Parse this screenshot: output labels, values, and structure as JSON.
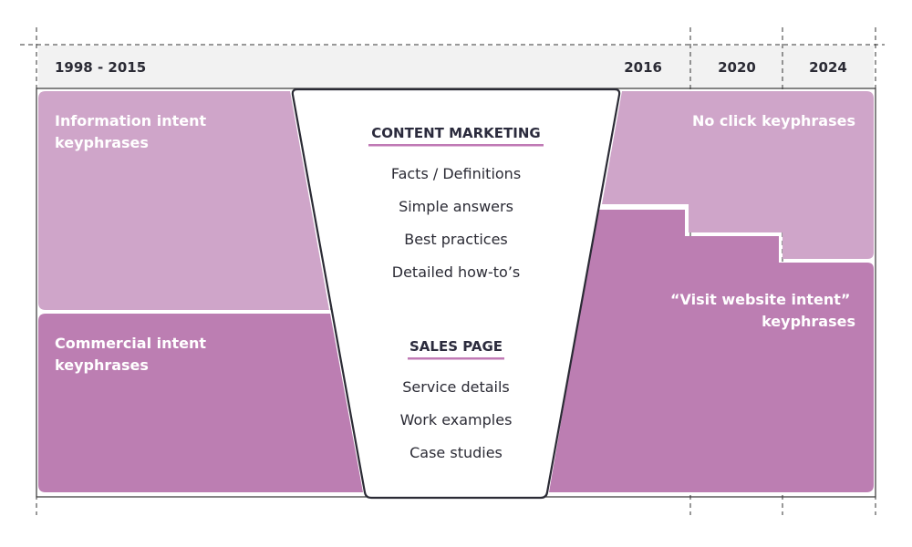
{
  "timeline": {
    "period_start": "1998 - 2015",
    "year_2016": "2016",
    "year_2020": "2020",
    "year_2024": "2024"
  },
  "left": {
    "information_label": [
      "Information intent",
      "keyphrases"
    ],
    "commercial_label": [
      "Commercial intent",
      "keyphrases"
    ]
  },
  "right": {
    "no_click_label": [
      "No click keyphrases"
    ],
    "visit_label": [
      "“Visit website intent”",
      "keyphrases"
    ]
  },
  "funnel": {
    "content": {
      "title": "CONTENT MARKETING",
      "items": [
        "Facts / Definitions",
        "Simple answers",
        "Best practices",
        "Detailed how-to’s"
      ]
    },
    "sales": {
      "title": "SALES PAGE",
      "items": [
        "Service details",
        "Work examples",
        "Case studies"
      ]
    }
  },
  "colors": {
    "light_purple": "#cfa5c9",
    "dark_purple": "#bc7eb2",
    "header_bg": "#f2f2f2",
    "text_dark": "#2b2b35",
    "underline": "#c07ab5"
  }
}
